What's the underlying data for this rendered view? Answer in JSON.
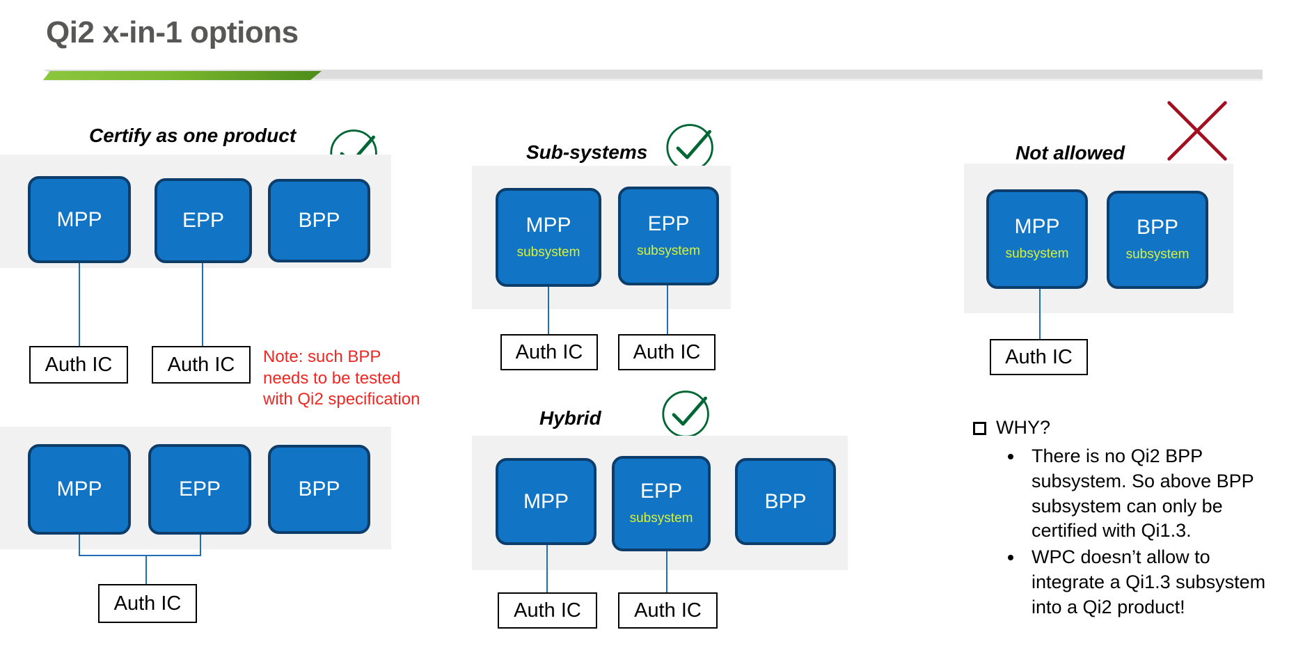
{
  "slide": {
    "title": "Qi2 x-in-1 options",
    "accent_green": "#7ab82e",
    "accent_grey": "#dcdcdc",
    "box_fill": "#1274c4",
    "box_border": "#0d3d6b",
    "subsystem_color": "#d7f23a",
    "panel_bg": "#f1f1f1",
    "check_color": "#006633",
    "cross_color": "#a01020",
    "note_color": "#ef2722"
  },
  "groups": {
    "certify_one_product": {
      "title": "Certify as one product",
      "status_icon": "check-circle-icon",
      "variant_a": {
        "boxes": [
          {
            "label": "MPP",
            "sub": null
          },
          {
            "label": "EPP",
            "sub": null
          },
          {
            "label": "BPP",
            "sub": null
          }
        ],
        "auth_ics": [
          {
            "label": "Auth IC",
            "from": "MPP"
          },
          {
            "label": "Auth IC",
            "from": "EPP"
          }
        ]
      },
      "variant_b": {
        "boxes": [
          {
            "label": "MPP",
            "sub": null
          },
          {
            "label": "EPP",
            "sub": null
          },
          {
            "label": "BPP",
            "sub": null
          }
        ],
        "auth_ics": [
          {
            "label": "Auth IC",
            "from": "MPP+EPP"
          }
        ]
      },
      "note": "Note: such BPP needs to be tested with Qi2 specification"
    },
    "sub_systems": {
      "title": "Sub-systems",
      "status_icon": "check-circle-icon",
      "boxes": [
        {
          "label": "MPP",
          "sub": "subsystem"
        },
        {
          "label": "EPP",
          "sub": "subsystem"
        }
      ],
      "auth_ics": [
        {
          "label": "Auth IC",
          "from": "MPP"
        },
        {
          "label": "Auth IC",
          "from": "EPP"
        }
      ]
    },
    "hybrid": {
      "title": "Hybrid",
      "status_icon": "check-circle-icon",
      "boxes": [
        {
          "label": "MPP",
          "sub": null
        },
        {
          "label": "EPP",
          "sub": "subsystem"
        },
        {
          "label": "BPP",
          "sub": null
        }
      ],
      "auth_ics": [
        {
          "label": "Auth IC",
          "from": "MPP"
        },
        {
          "label": "Auth IC",
          "from": "EPP"
        }
      ]
    },
    "not_allowed": {
      "title": "Not allowed",
      "status_icon": "cross-icon",
      "boxes": [
        {
          "label": "MPP",
          "sub": "subsystem"
        },
        {
          "label": "BPP",
          "sub": "subsystem"
        }
      ],
      "auth_ics": [
        {
          "label": "Auth IC",
          "from": "MPP"
        }
      ]
    }
  },
  "why": {
    "heading": "WHY?",
    "bullets": [
      "There is no Qi2 BPP subsystem. So above BPP subsystem can only be certified with Qi1.3.",
      "WPC doesn’t allow to integrate a Qi1.3 subsystem into a Qi2 product!"
    ]
  }
}
